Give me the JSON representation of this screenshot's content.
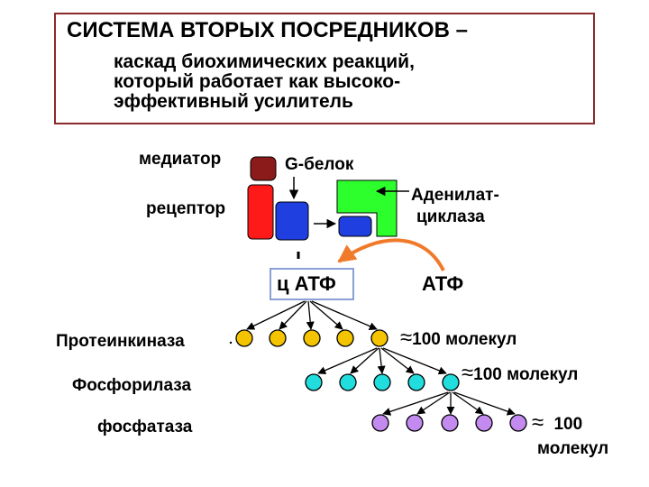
{
  "header": {
    "title": "СИСТЕМА ВТОРЫХ ПОСРЕДНИКОВ –",
    "subtitle_lines": [
      "каскад биохимических реакций,",
      "который работает как высоко-",
      "эффективный усилитель"
    ]
  },
  "labels": {
    "mediator": "медиатор",
    "g_protein": "G-белок",
    "receptor": "рецептор",
    "adenylate_cyclase_line1": "Аденилат-",
    "adenylate_cyclase_line2": "циклаза",
    "camp": "ц АТФ",
    "atp": "АТФ",
    "protein_kinase": "Протеинкиназа",
    "phosphorylase": "Фосфорилаза",
    "phosphatase": "фосфатаза"
  },
  "amplification": {
    "approx_symbol": "≈",
    "level1": "100 молекул",
    "level2": "100 молекул",
    "level3_line1": "100",
    "level3_line2": "молекул"
  },
  "colors": {
    "frame": "#8b2a2a",
    "mediator": "#8b1a1a",
    "receptor": "#ff1a1a",
    "g_protein": "#1f3fe0",
    "cyclase": "#2cff2c",
    "cyclase_sub": "#1f3fe0",
    "camp_box": "#8a9fd6",
    "curve_arrow": "#f07a2a",
    "level1_node": "#f5c400",
    "level2_node": "#22dddd",
    "level3_node": "#c38af0"
  }
}
